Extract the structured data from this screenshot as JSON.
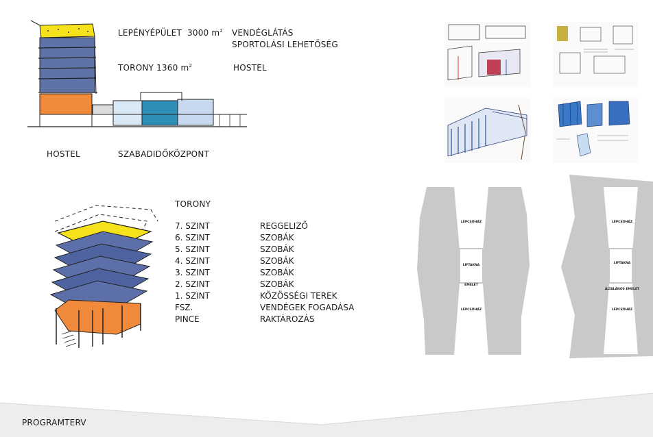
{
  "program": {
    "lepeny": {
      "label": "LEPÉNYÉPÜLET",
      "area_value": "3000",
      "area_unit": "m",
      "area_exp": "2"
    },
    "functions": [
      "VENDÉGLÁTÁS",
      "SPORTOLÁSI LEHETŐSÉG"
    ],
    "torony_area": {
      "label": "TORONY",
      "value": "1360",
      "unit": "m",
      "exp": "2"
    },
    "torony_function": "HOSTEL"
  },
  "section_labels": {
    "left": "HOSTEL",
    "right": "SZABADIDŐKÖZPONT"
  },
  "torony": {
    "title": "TORONY",
    "levels": [
      {
        "level": "7. SZINT",
        "use": "REGGELIZŐ"
      },
      {
        "level": "6. SZINT",
        "use": "SZOBÁK"
      },
      {
        "level": "5. SZINT",
        "use": "SZOBÁK"
      },
      {
        "level": "4. SZINT",
        "use": "SZOBÁK"
      },
      {
        "level": "3. SZINT",
        "use": "SZOBÁK"
      },
      {
        "level": "2. SZINT",
        "use": "SZOBÁK"
      },
      {
        "level": "1. SZINT",
        "use": "KÖZÖSSÉGI TEREK"
      },
      {
        "level": "FSZ.",
        "use": "VENDÉGEK FOGADÁSA"
      },
      {
        "level": "PINCE",
        "use": "RAKTÁROZÁS"
      }
    ]
  },
  "plans": {
    "left": {
      "top": "LÉPCSŐHÁZ",
      "middle": "LIFTAKNA",
      "floor": "EMELET",
      "bottom": "LÉPCSŐHÁZ"
    },
    "right": {
      "top": "LÉPCSŐHÁZ",
      "middle": "LIFTAKNA",
      "floor": "ÁLTALÁNOS EMELET",
      "bottom": "LÉPCSŐHÁZ"
    }
  },
  "footer": {
    "title": "PROGRAMTERV"
  },
  "colors": {
    "yellow": "#f5e21a",
    "orange": "#f08a3a",
    "blue": "#3f5b9a",
    "gray": "#c9c9c9",
    "footer": "#eeeeee"
  }
}
